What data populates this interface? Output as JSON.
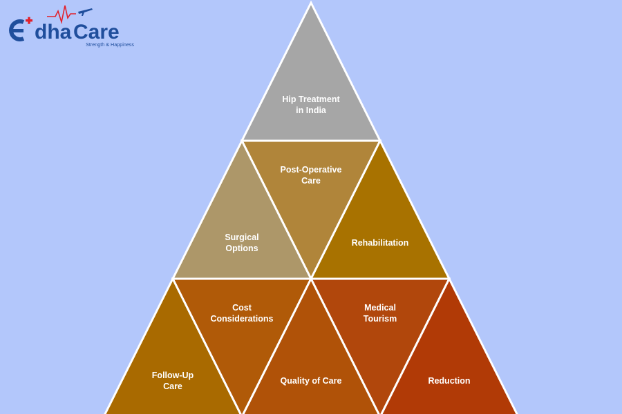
{
  "logo": {
    "brand_part1": "dha",
    "brand_part2": "Care",
    "tagline": "Strength & Happiness",
    "colors": {
      "blue": "#1f4e9c",
      "red": "#e2202a"
    }
  },
  "tiles": [
    {
      "id": "hip-treatment",
      "lines": [
        "Hip Treatment",
        "in India"
      ],
      "color": "#a6a6a6"
    },
    {
      "id": "post-operative-care",
      "lines": [
        "Post-Operative",
        "Care"
      ],
      "color": "#b0853a"
    },
    {
      "id": "surgical-options",
      "lines": [
        "Surgical",
        "Options"
      ],
      "color": "#ad9769"
    },
    {
      "id": "rehabilitation",
      "lines": [
        "Rehabilitation"
      ],
      "color": "#a87200"
    },
    {
      "id": "cost-considerations",
      "lines": [
        "Cost",
        "Considerations"
      ],
      "color": "#b05a08"
    },
    {
      "id": "medical-tourism",
      "lines": [
        "Medical",
        "Tourism"
      ],
      "color": "#b1470c"
    },
    {
      "id": "follow-up-care",
      "lines": [
        "Follow-Up",
        "Care"
      ],
      "color": "#a96a00"
    },
    {
      "id": "quality-of-care",
      "lines": [
        "Quality of Care"
      ],
      "color": "#b05208"
    },
    {
      "id": "reduction",
      "lines": [
        "Reduction"
      ],
      "color": "#b13a06"
    }
  ]
}
